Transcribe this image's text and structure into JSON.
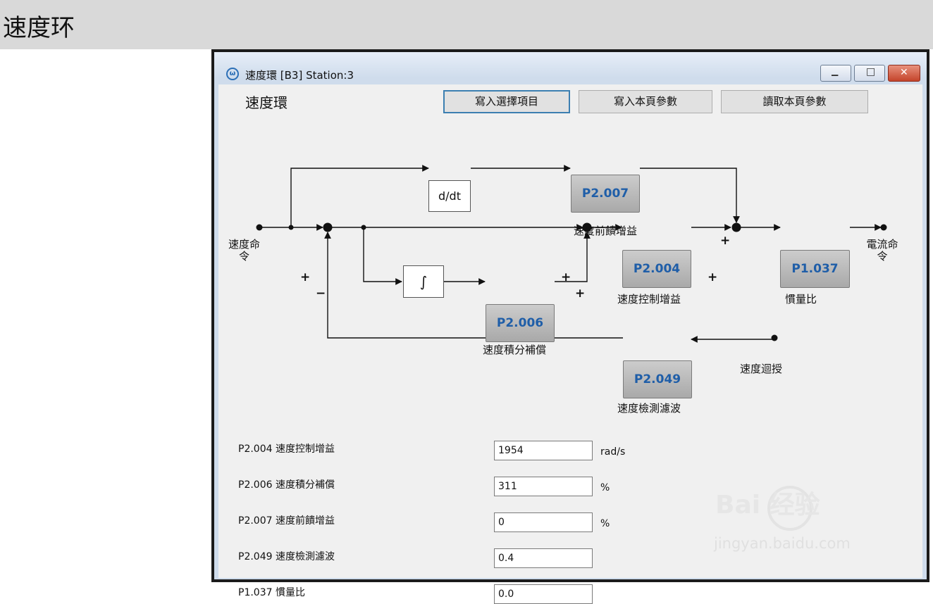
{
  "page": {
    "title": "速度环"
  },
  "window": {
    "title": "速度環 [B3] Station:3",
    "heading": "速度環",
    "buttons": {
      "write_selected": "寫入選擇項目",
      "write_page": "寫入本頁參數",
      "read_page": "讀取本頁參數"
    },
    "controls": {
      "minimize": "▁",
      "maximize": "□",
      "close": "✕"
    }
  },
  "diagram": {
    "input_label": "速度命令",
    "output_label": "電流命令",
    "feedback_label": "速度迴授",
    "ddt_block": "d/dt",
    "integral_block": "∫",
    "blocks": [
      {
        "code": "P2.007",
        "name": "速度前饋增益"
      },
      {
        "code": "P2.004",
        "name": "速度控制增益"
      },
      {
        "code": "P2.006",
        "name": "速度積分補償"
      },
      {
        "code": "P1.037",
        "name": "慣量比"
      },
      {
        "code": "P2.049",
        "name": "速度檢測濾波"
      }
    ],
    "signs": {
      "plus": "+",
      "minus": "−"
    }
  },
  "params": [
    {
      "label": "P2.004 速度控制增益",
      "value": "1954",
      "unit": "rad/s"
    },
    {
      "label": "P2.006 速度積分補償",
      "value": "311",
      "unit": "%"
    },
    {
      "label": "P2.007 速度前饋增益",
      "value": "0",
      "unit": "%"
    },
    {
      "label": "P2.049 速度檢測濾波",
      "value": "0.4",
      "unit": ""
    },
    {
      "label": "P1.037 慣量比",
      "value": "0.0",
      "unit": ""
    }
  ],
  "watermark": {
    "brand": "Bai  经验",
    "url": "jingyan.baidu.com"
  }
}
